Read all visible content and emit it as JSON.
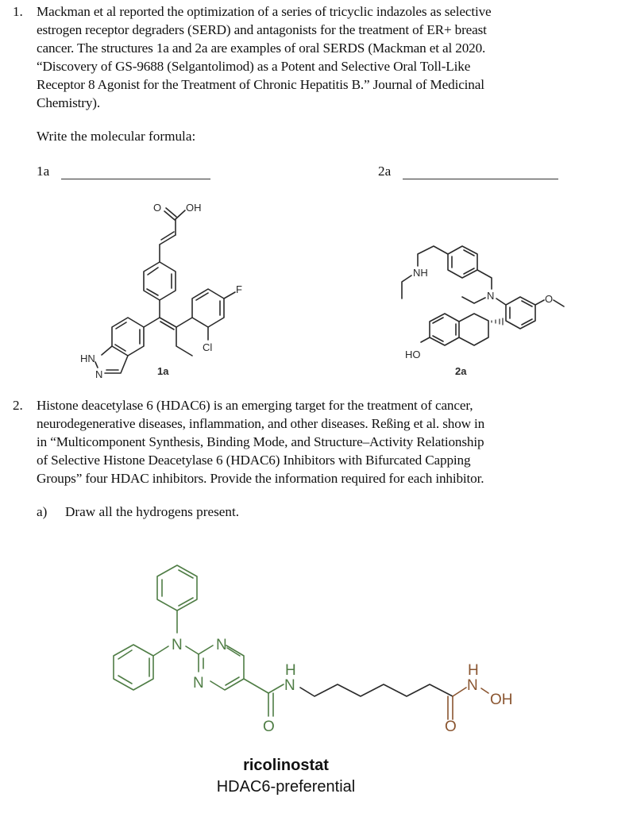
{
  "question1": {
    "number": "1.",
    "lines": [
      "Mackman et al reported the optimization of a series of tricyclic indazoles as selective",
      "estrogen receptor degraders (SERD) and antagonists for the treatment of ER+ breast",
      "cancer.  The structures 1a and 2a are examples of oral SERDS (Mackman et al 2020.",
      "“Discovery of GS-9688 (Selgantolimod) as a Potent and Selective Oral Toll-Like",
      "Receptor 8 Agonist for the Treatment of Chronic Hepatitis B.” Journal of Medicinal",
      "Chemistry)."
    ],
    "prompt": "Write the molecular formula:",
    "answers": [
      {
        "label": "1a",
        "value": ""
      },
      {
        "label": "2a",
        "value": ""
      }
    ],
    "structures": {
      "s1a": {
        "label": "1a",
        "atoms": {
          "o": "O",
          "oh": "OH",
          "f": "F",
          "cl": "Cl",
          "hn": "HN",
          "n": "N"
        }
      },
      "s2a": {
        "label": "2a",
        "atoms": {
          "nh": "NH",
          "n": "N",
          "o": "O",
          "ho": "HO"
        }
      }
    }
  },
  "question2": {
    "number": "2.",
    "lines": [
      "Histone deacetylase 6 (HDAC6) is an emerging target for the treatment of cancer,",
      "neurodegenerative diseases, inflammation, and other diseases. Reßing et al. show in",
      "in “Multicomponent Synthesis, Binding Mode, and Structure–Activity Relationship",
      "of Selective Histone Deacetylase 6 (HDAC6) Inhibitors with Bifurcated Capping",
      "Groups” four HDAC inhibitors.  Provide the information required for each inhibitor."
    ],
    "subpart": {
      "label": "a)",
      "text": "Draw all the hydrogens present."
    },
    "structure": {
      "name": "ricolinostat",
      "subtitle": "HDAC6-preferential",
      "atoms": {
        "n_amine": "N",
        "n_pyr1": "N",
        "n_pyr2": "N",
        "h_amide": "H",
        "n_amide": "N",
        "o_amide": "O",
        "h_hydrox": "H",
        "n_hydrox": "N",
        "oh": "OH",
        "o_hydrox": "O"
      },
      "colors": {
        "cap": "#4f7d45",
        "linker": "#2a2a2a",
        "zinc_binding": "#8a5530"
      }
    }
  }
}
